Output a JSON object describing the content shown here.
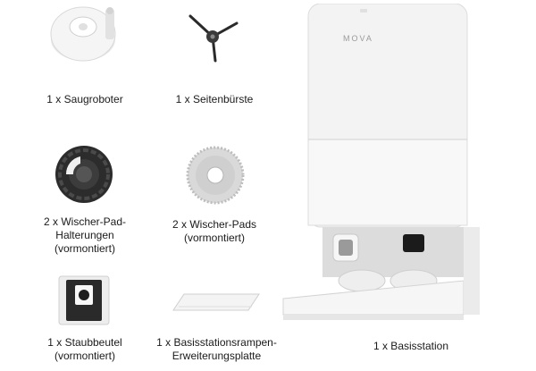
{
  "items": [
    {
      "label": "1 x Saugroboter",
      "icon": "robot-vacuum"
    },
    {
      "label": "1 x Seitenbürste",
      "icon": "side-brush"
    },
    {
      "label": "2 x Wischer-Pad-\nHalterungen\n(vormontiert)",
      "icon": "mop-pad-holder"
    },
    {
      "label": "2 x Wischer-Pads\n(vormontiert)",
      "icon": "mop-pad"
    },
    {
      "label": "1 x Staubbeutel\n(vormontiert)",
      "icon": "dust-bag"
    },
    {
      "label": "1 x Basisstationsrampen-\nErweiterungsplatte",
      "icon": "ramp-extension-plate"
    },
    {
      "label": "1 x Basisstation",
      "icon": "base-station"
    }
  ],
  "brand": {
    "logo_text": "MOVA"
  },
  "colors": {
    "product_white": "#f2f2f2",
    "dark": "#2a2a2a",
    "display": "#1b1b1b"
  }
}
